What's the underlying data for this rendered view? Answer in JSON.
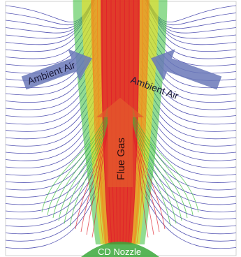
{
  "labels": {
    "ambient_air_left": "Ambient Air",
    "ambient_air_right": "Ambient Air",
    "flue_gas": "Flue Gas",
    "nozzle": "CD Nozzle"
  },
  "colors": {
    "ambient_streamline": "#2a2aa0",
    "jet_core": "#e0202a",
    "jet_mid": "#f08a1e",
    "jet_yellow": "#f0e020",
    "jet_green": "#38c038",
    "arrow_fill": "#6a78b8",
    "flue_arrow": "#e35a2c"
  }
}
